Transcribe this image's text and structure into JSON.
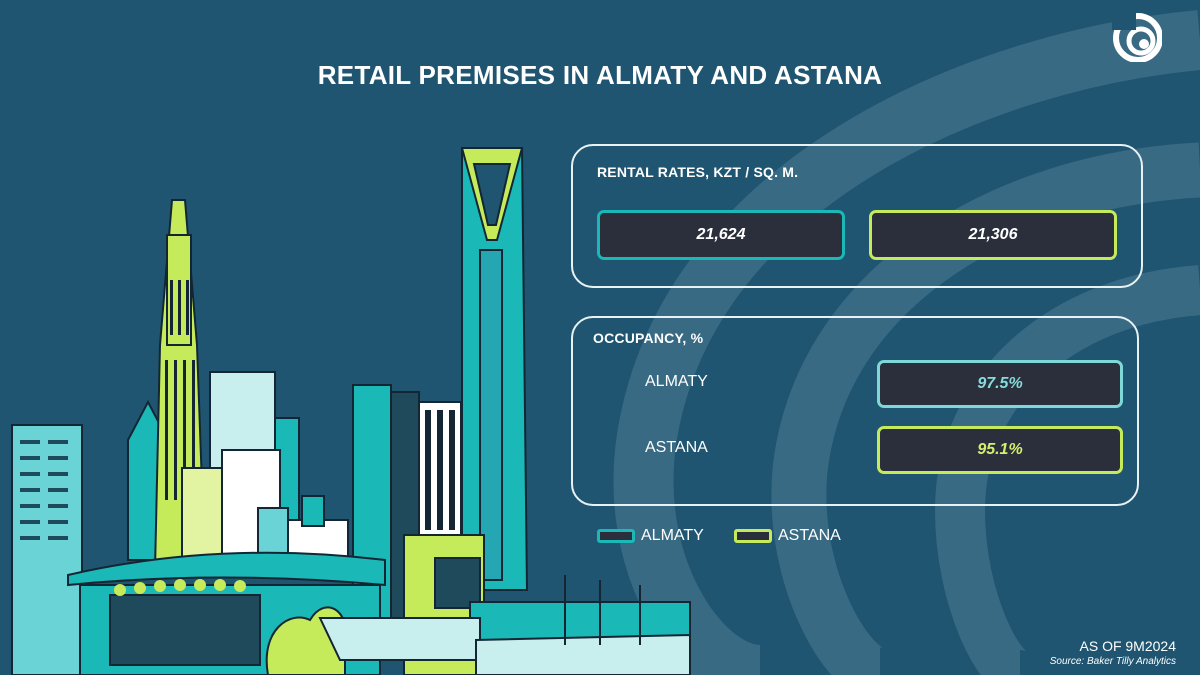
{
  "title": "RETAIL PREMISES IN ALMATY AND ASTANA",
  "rental_rates": {
    "label": "RENTAL RATES, KZT / SQ. M.",
    "almaty_value": "21,624",
    "astana_value": "21,306"
  },
  "occupancy": {
    "label": "OCCUPANCY, %",
    "almaty_label": "ALMATY",
    "almaty_value": "97.5%",
    "astana_label": "ASTANA",
    "astana_value": "95.1%"
  },
  "legend": {
    "almaty": "ALMATY",
    "astana": "ASTANA"
  },
  "footer": {
    "as_of": "AS OF 9M2024",
    "source": "Source: Baker Tilly Analytics"
  },
  "colors": {
    "background": "#1f5571",
    "almaty_accent": "#1ab8b6",
    "astana_accent": "#c5ea5a",
    "box_fill": "#2b2f3c"
  },
  "icons": {
    "logo": "swirl-logo-icon",
    "illustration": "city-skyline-illustration"
  }
}
